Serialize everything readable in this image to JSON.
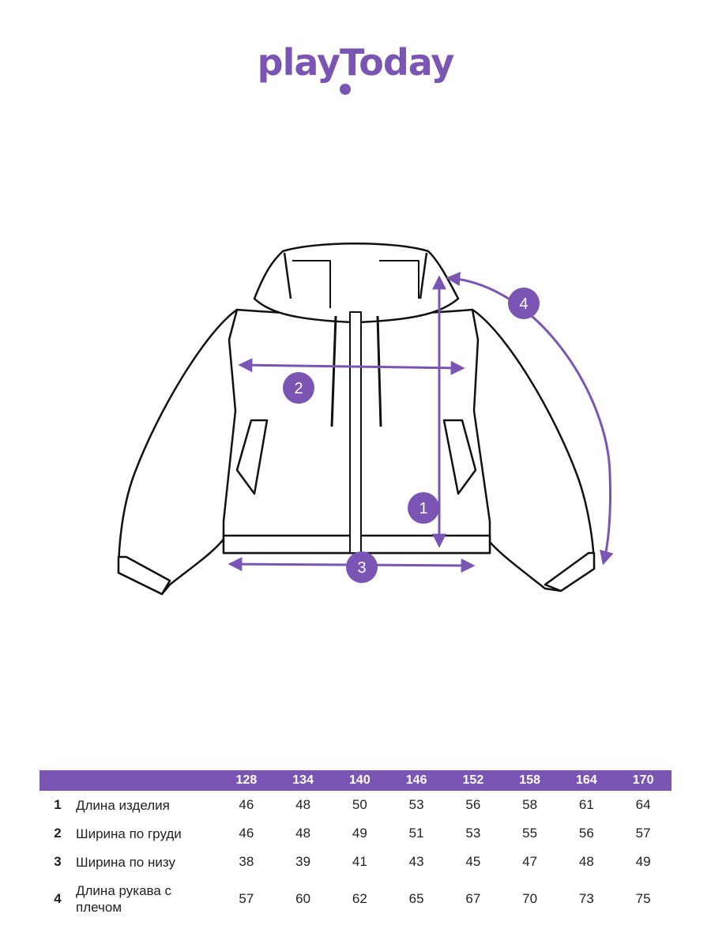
{
  "brand": {
    "logo_text": "playToday",
    "color": "#7a55b3"
  },
  "diagram": {
    "markers": [
      "1",
      "2",
      "3",
      "4"
    ],
    "accent_color": "#7a55b3"
  },
  "size_table": {
    "sizes": [
      "128",
      "134",
      "140",
      "146",
      "152",
      "158",
      "164",
      "170"
    ],
    "rows": [
      {
        "num": "1",
        "label": "Длина изделия",
        "values": [
          "46",
          "48",
          "50",
          "53",
          "56",
          "58",
          "61",
          "64"
        ]
      },
      {
        "num": "2",
        "label": "Ширина по груди",
        "values": [
          "46",
          "48",
          "49",
          "51",
          "53",
          "55",
          "56",
          "57"
        ]
      },
      {
        "num": "3",
        "label": "Ширина по низу",
        "values": [
          "38",
          "39",
          "41",
          "43",
          "45",
          "47",
          "48",
          "49"
        ]
      },
      {
        "num": "4",
        "label": "Длина рукава с плечом",
        "values": [
          "57",
          "60",
          "62",
          "65",
          "67",
          "70",
          "73",
          "75"
        ]
      }
    ]
  }
}
